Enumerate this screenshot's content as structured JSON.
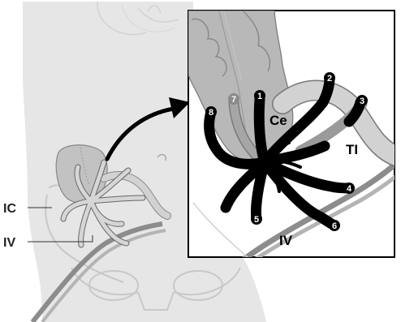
{
  "labels": {
    "ic": "IC",
    "iv_left": "IV",
    "ce": "Ce",
    "ti": "TI",
    "iv_inset": "IV"
  },
  "loops": [
    {
      "id": "1",
      "label": "1"
    },
    {
      "id": "2",
      "label": "2"
    },
    {
      "id": "3",
      "label": "3"
    },
    {
      "id": "4",
      "label": "4"
    },
    {
      "id": "5",
      "label": "5"
    },
    {
      "id": "6",
      "label": "6"
    },
    {
      "id": "7",
      "label": "7"
    },
    {
      "id": "8",
      "label": "8"
    }
  ],
  "colors": {
    "body": "#e6e6e6",
    "colon": "#b8b8b8",
    "ileum": "#cfcfcf",
    "loop_dark": "#000000",
    "loop_ghost": "#9a9a9a",
    "vessel": "#8c8c8c",
    "bone_outline": "#c4c4c4"
  }
}
